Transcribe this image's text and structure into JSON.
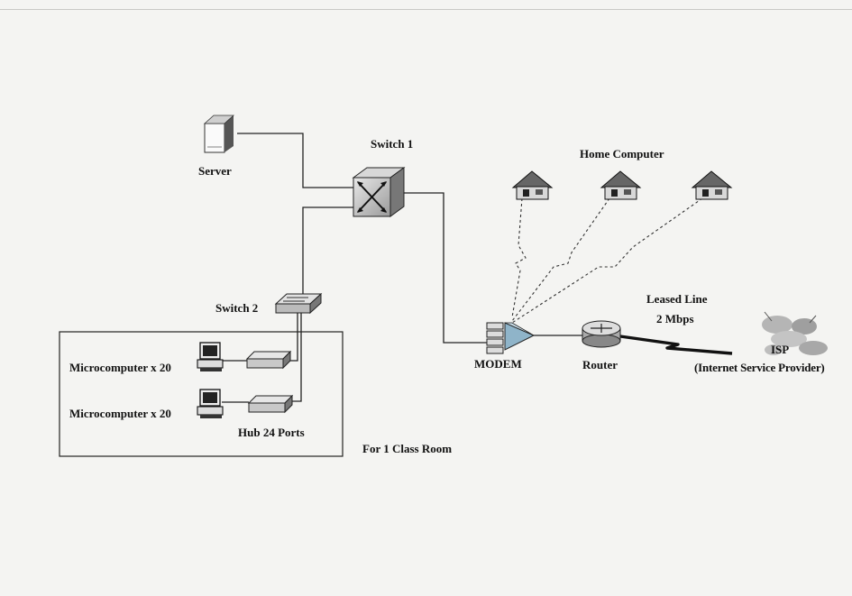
{
  "labels": {
    "switch1": "Switch 1",
    "switch2": "Switch 2",
    "server": "Server",
    "home_computer": "Home Computer",
    "leased_line": "Leased Line",
    "bandwidth": "2 Mbps",
    "modem": "MODEM",
    "router": "Router",
    "isp": "ISP",
    "isp_full": "(Internet Service Provider)",
    "micro_1": "Microcomputer x 20",
    "micro_2": "Microcomputer x 20",
    "hub": "Hub 24 Ports",
    "classroom": "For 1 Class Room"
  }
}
